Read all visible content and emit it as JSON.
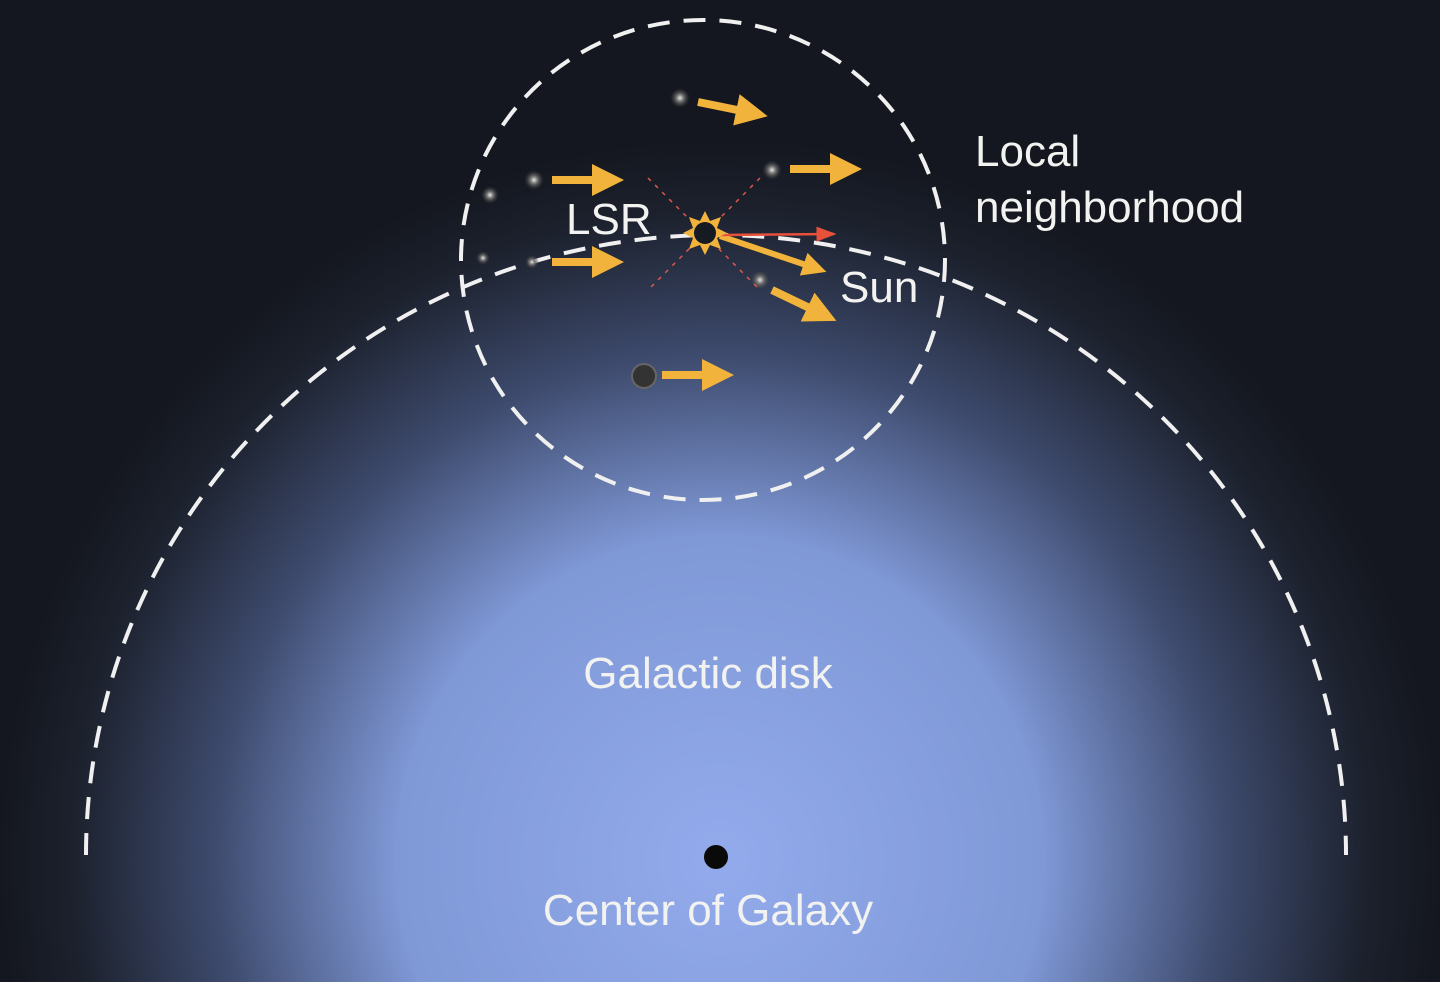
{
  "labels": {
    "local_neighborhood_line1": "Local",
    "local_neighborhood_line2": "neighborhood",
    "lsr": "LSR",
    "sun": "Sun",
    "galactic_disk": "Galactic disk",
    "center": "Center of Galaxy"
  },
  "colors": {
    "background": "#14171f",
    "disk_glow": "#8ea6e6",
    "arrow": "#f2b33d",
    "sun_velocity_arrow": "#e8503a",
    "dashed_line": "#f0f0f0"
  }
}
